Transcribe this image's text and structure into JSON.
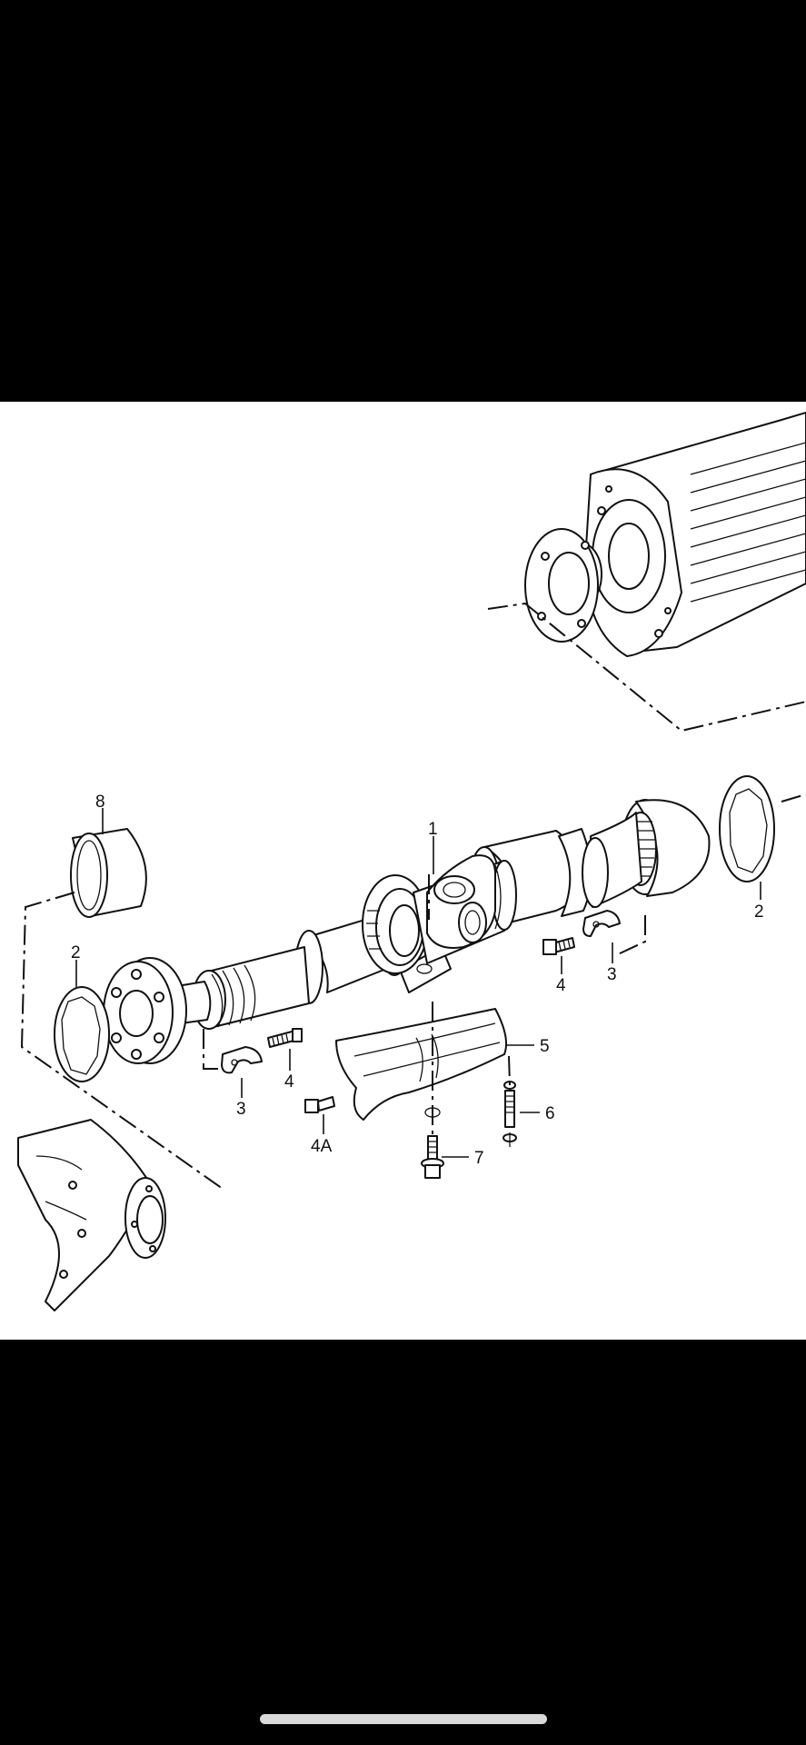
{
  "diagram": {
    "callouts": {
      "c1": "1",
      "c2_right": "2",
      "c2_left": "2",
      "c3_right": "3",
      "c3_left": "3",
      "c4_right": "4",
      "c4_left": "4",
      "c4a": "4A",
      "c5": "5",
      "c6": "6",
      "c7": "7",
      "c8": "8"
    }
  }
}
